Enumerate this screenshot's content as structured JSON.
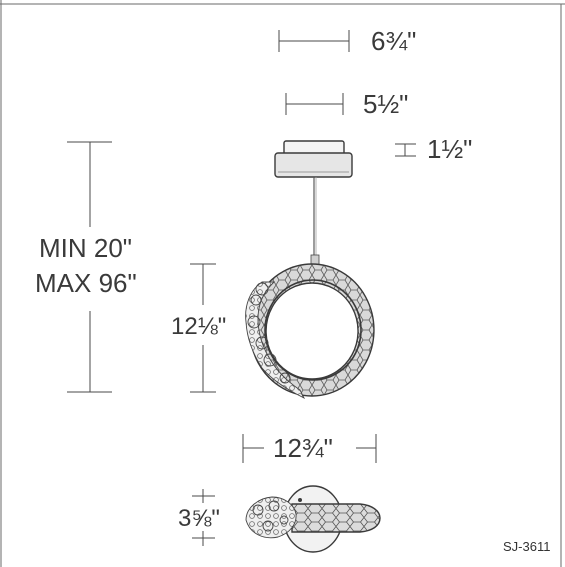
{
  "dimensions": {
    "top_width": "6¾\"",
    "canopy_width": "5½\"",
    "canopy_height": "1½\"",
    "overall_height_min": "MIN 20\"",
    "overall_height_max": "MAX 96\"",
    "ring_height": "12⅛\"",
    "fixture_width": "12¾\"",
    "fixture_depth": "3⅝\""
  },
  "model_number": "SJ-3611",
  "colors": {
    "line": "#4a4a4a",
    "fixture_dark": "#3a3a3a",
    "fixture_mid": "#8a8a8a",
    "fixture_light": "#d8d8d8",
    "crystal": "#9a9a9a"
  }
}
